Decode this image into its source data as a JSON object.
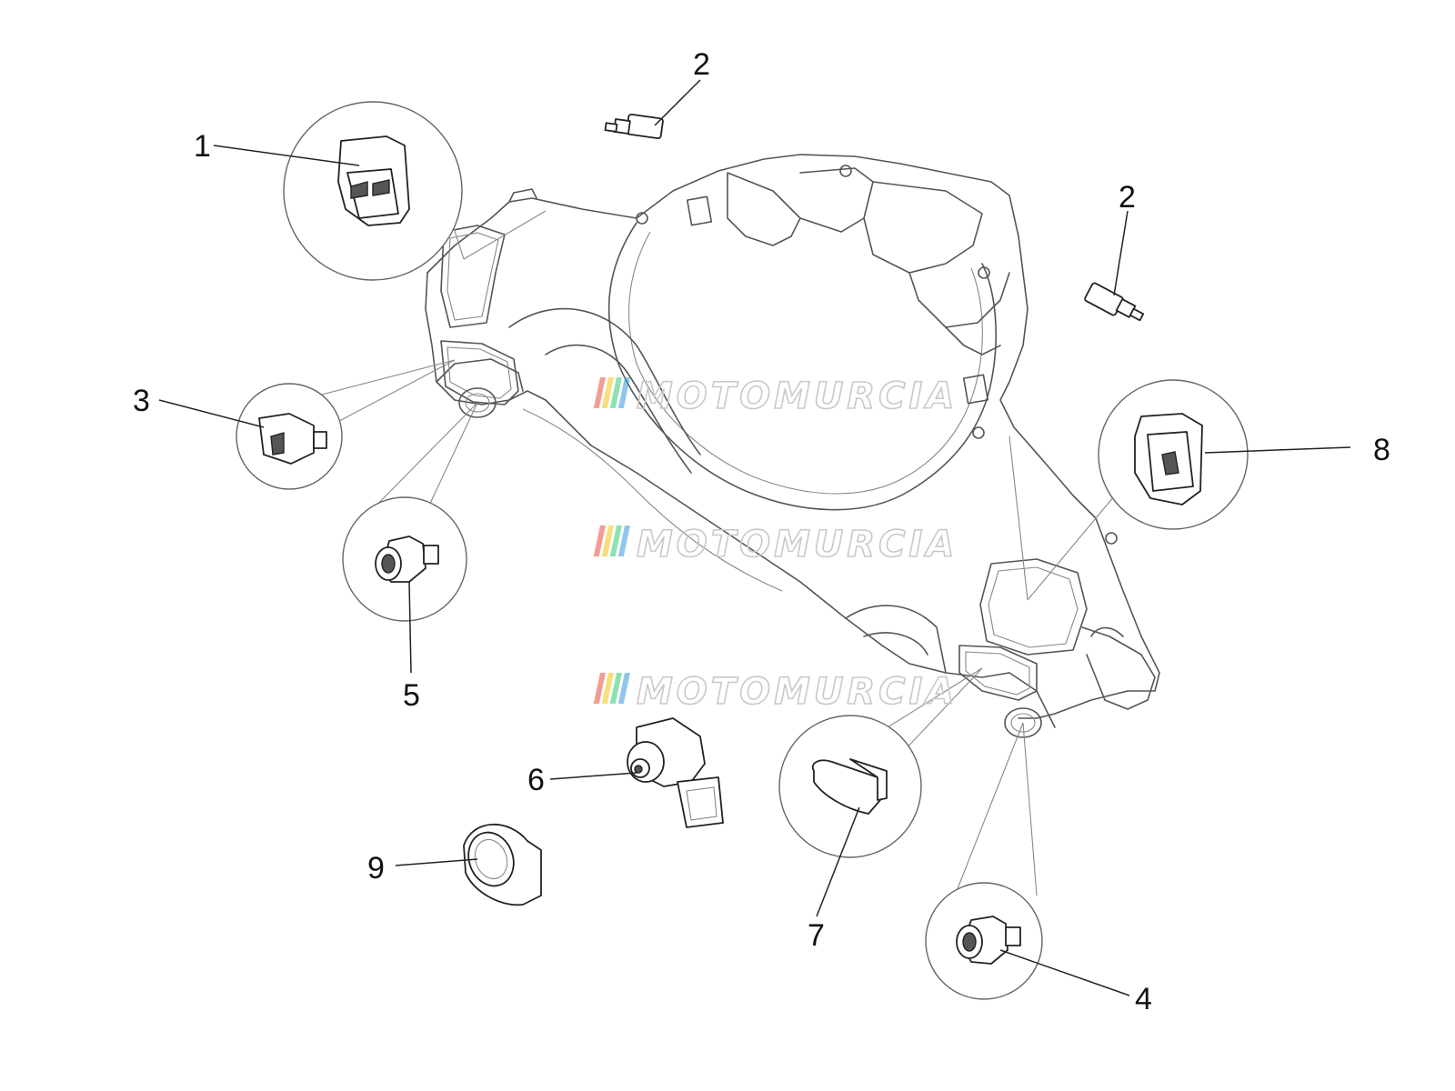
{
  "watermark": {
    "text": "MOTOMURCIA",
    "stripe_colors": [
      "#e74c3c",
      "#f1c40f",
      "#2ecc71",
      "#3498db"
    ]
  },
  "callouts": [
    {
      "label": "1"
    },
    {
      "label": "2"
    },
    {
      "label": "2"
    },
    {
      "label": "3"
    },
    {
      "label": "4"
    },
    {
      "label": "5"
    },
    {
      "label": "6"
    },
    {
      "label": "7"
    },
    {
      "label": "8"
    },
    {
      "label": "9"
    }
  ]
}
